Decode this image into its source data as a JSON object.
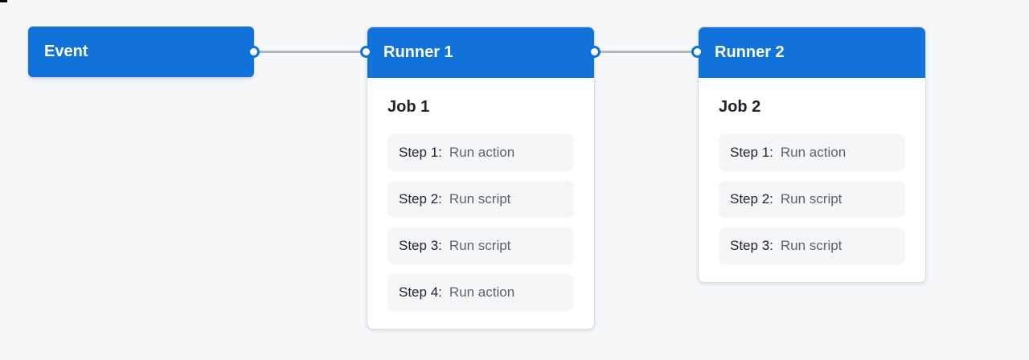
{
  "colors": {
    "page_bg": "#f6f8fa",
    "accent_blue": "#1172d9",
    "card_bg": "#ffffff",
    "card_border": "#d7dde3",
    "step_bg": "#f4f6f8",
    "connector": "#b1b7bd",
    "header_text": "#ffffff",
    "job_text": "#1f2328",
    "step_name_text": "#1f2328",
    "step_desc_text": "#5b646e"
  },
  "diagram": {
    "event": {
      "label": "Event"
    },
    "runners": [
      {
        "label": "Runner 1",
        "job": {
          "label": "Job 1",
          "steps": [
            {
              "name": "Step 1:",
              "desc": "Run action"
            },
            {
              "name": "Step 2:",
              "desc": "Run script"
            },
            {
              "name": "Step 3:",
              "desc": "Run script"
            },
            {
              "name": "Step 4:",
              "desc": "Run action"
            }
          ]
        }
      },
      {
        "label": "Runner 2",
        "job": {
          "label": "Job 2",
          "steps": [
            {
              "name": "Step 1:",
              "desc": "Run action"
            },
            {
              "name": "Step 2:",
              "desc": "Run script"
            },
            {
              "name": "Step 3:",
              "desc": "Run script"
            }
          ]
        }
      }
    ]
  }
}
